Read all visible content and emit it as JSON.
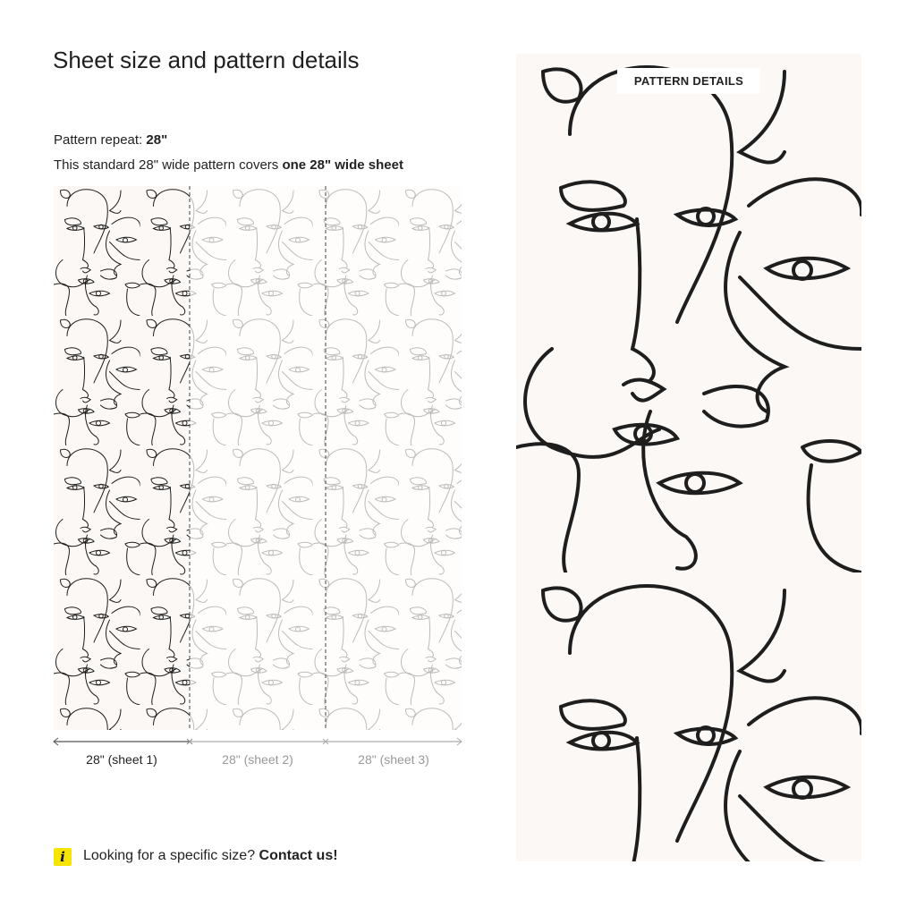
{
  "title": "Sheet size and pattern details",
  "pattern_repeat": {
    "label": "Pattern repeat: ",
    "value": "28\""
  },
  "coverage": {
    "text": "This standard 28\" wide pattern covers ",
    "bold": "one 28\" wide sheet"
  },
  "sheets": [
    {
      "label": "28\" (sheet 1)",
      "active": true
    },
    {
      "label": "28\" (sheet 2)",
      "active": false
    },
    {
      "label": "28\" (sheet 3)",
      "active": false
    }
  ],
  "info": {
    "icon": "info-icon",
    "text": "Looking for a specific size? ",
    "link": "Contact us!",
    "icon_color": "#f5e400"
  },
  "detail_badge": "PATTERN DETAILS",
  "colors": {
    "background": "#fbf8f5",
    "line": "#1e1e1e"
  }
}
